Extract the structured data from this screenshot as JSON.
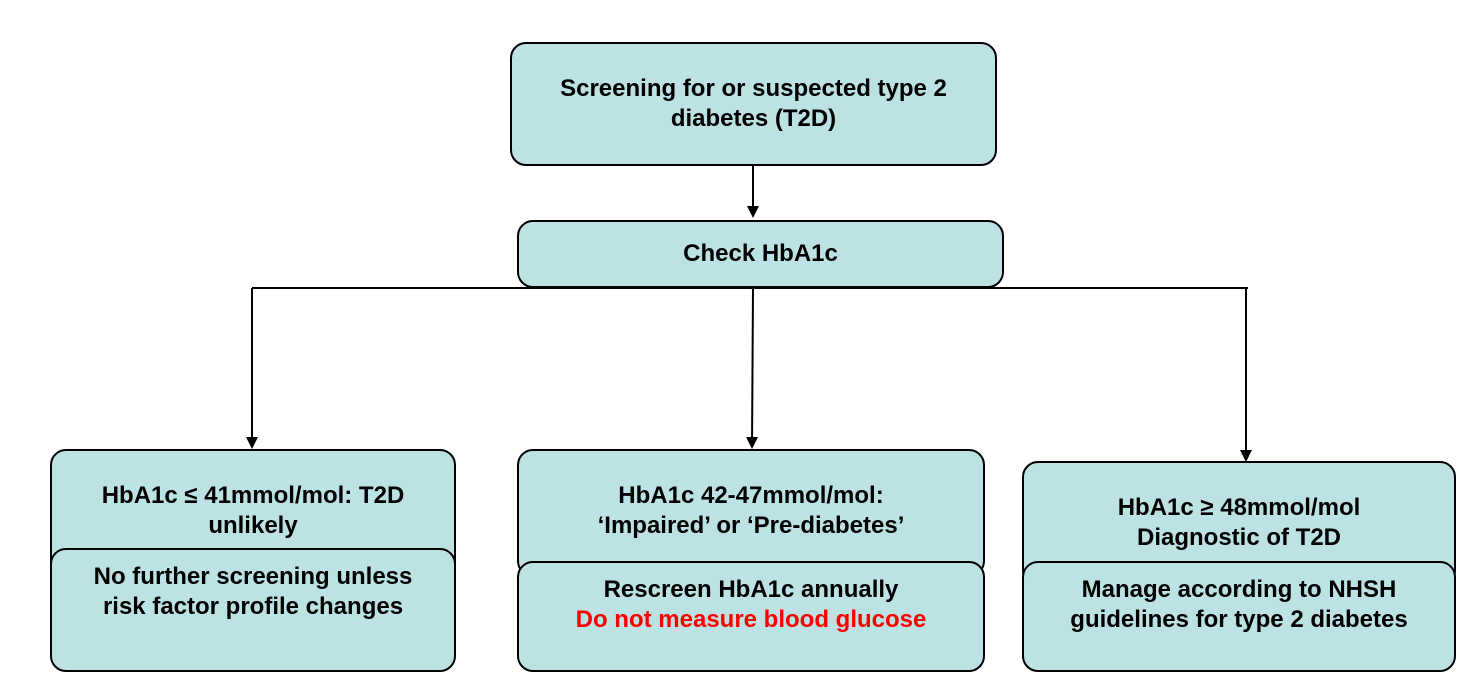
{
  "colors": {
    "box_fill": "#bde2e4",
    "border": "#000000",
    "warning_text": "#ff0000"
  },
  "nodes": {
    "start": {
      "lines": [
        "Screening for or suspected type 2",
        "diabetes (T2D)"
      ]
    },
    "check": {
      "lines": [
        "Check HbA1c"
      ]
    },
    "low": {
      "lines": [
        "HbA1c ≤ 41mmol/mol: T2D",
        "unlikely"
      ]
    },
    "low_action": {
      "lines": [
        "No further screening unless",
        "risk factor profile changes"
      ]
    },
    "mid": {
      "lines": [
        "HbA1c 42-47mmol/mol:",
        "‘Impaired’ or ‘Pre-diabetes’"
      ]
    },
    "mid_action": {
      "lines": [
        "Rescreen HbA1c annually"
      ],
      "warning": "Do not measure blood glucose"
    },
    "high": {
      "lines": [
        "HbA1c ≥ 48mmol/mol",
        "Diagnostic of T2D"
      ]
    },
    "high_action": {
      "lines": [
        "Manage according to NHSH",
        "guidelines for type 2 diabetes"
      ]
    }
  },
  "edges": [
    {
      "from": "start",
      "to": "check"
    },
    {
      "from": "check",
      "to": "low"
    },
    {
      "from": "check",
      "to": "mid"
    },
    {
      "from": "check",
      "to": "high"
    }
  ]
}
